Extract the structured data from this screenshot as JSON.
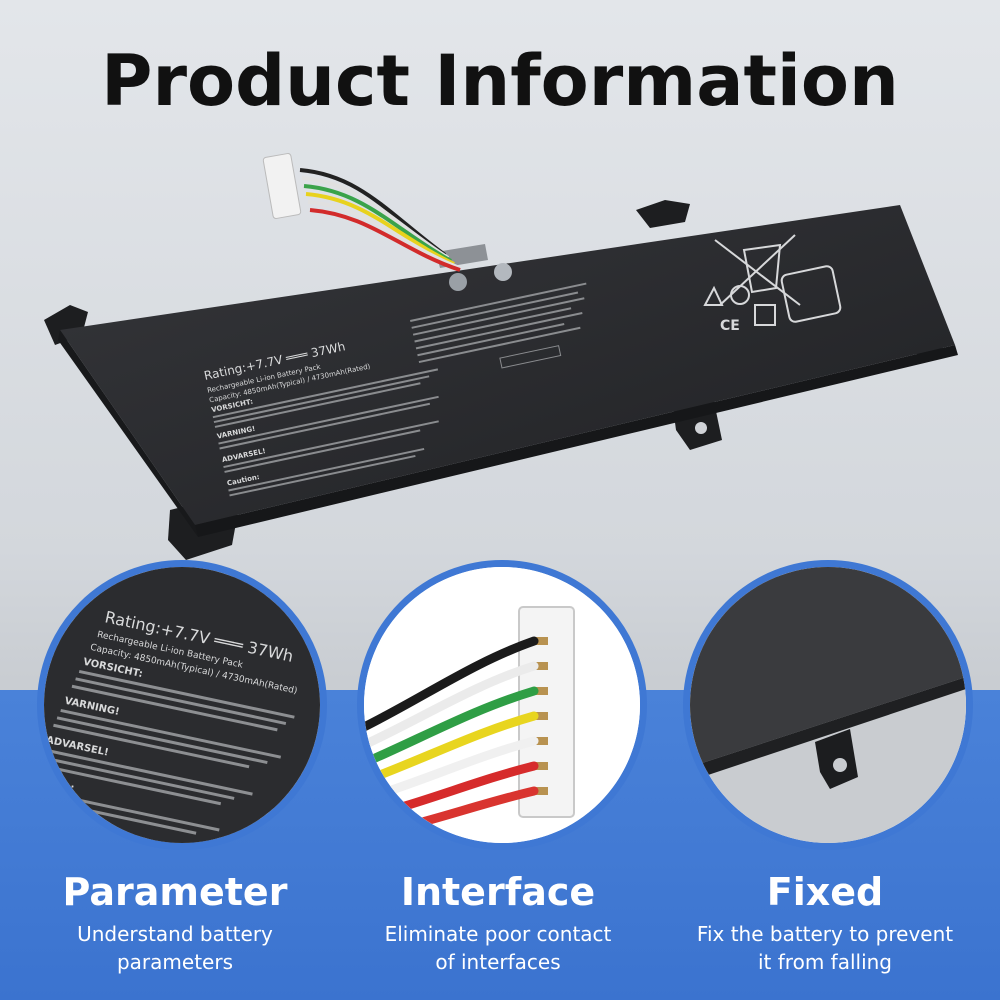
{
  "title": "Product Information",
  "battery_label": {
    "rating": "Rating:+7.7V ═══ 37Wh",
    "pack": "Rechargeable Li-ion Battery Pack",
    "capacity": "Capacity: 4850mAh(Typical) / 4730mAh(Rated)",
    "vorsicht": "VORSICHT:",
    "varning": "VARNING!",
    "advarsel": "ADVARSEL!",
    "caution": "Caution:"
  },
  "features": [
    {
      "title": "Parameter",
      "desc_line1": "Understand battery",
      "desc_line2": "parameters"
    },
    {
      "title": "Interface",
      "desc_line1": "Eliminate poor contact",
      "desc_line2": "of interfaces"
    },
    {
      "title": "Fixed",
      "desc_line1": "Fix the battery to prevent",
      "desc_line2": "it from falling"
    }
  ],
  "colors": {
    "accent_blue": "#3f78d4",
    "battery_body": "#2a2b2e",
    "text_dark": "#111111"
  }
}
